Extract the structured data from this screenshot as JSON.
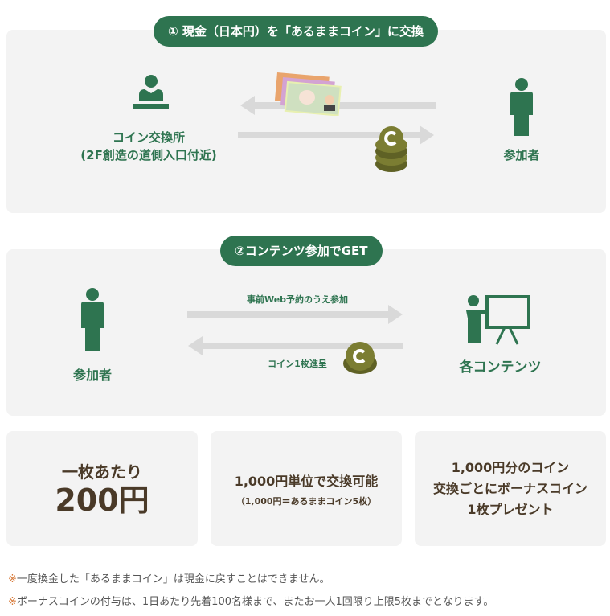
{
  "step1": {
    "title": "① 現金（日本円）を「あるままコイン」に交換",
    "exchange_label": "コイン交換所",
    "exchange_location": "(2F創造の道側入口付近)",
    "participant": "参加者"
  },
  "step2": {
    "title": "②コンテンツ参加でGET",
    "participant": "参加者",
    "reserve_label": "事前Web予約のうえ参加",
    "coin_label": "コイン1枚進呈",
    "contents": "各コンテンツ"
  },
  "info": [
    {
      "line1": "一枚あたり",
      "line2": "200円"
    },
    {
      "line1": "1,000円単位で交換可能",
      "line2": "（1,000円＝あるままコイン5枚）"
    },
    {
      "line1": "1,000円分のコイン",
      "line2": "交換ごとにボーナスコイン",
      "line3": "1枚プレゼント"
    }
  ],
  "notes": [
    {
      "mark": "※",
      "text": "一度換金した「あるままコイン」は現金に戻すことはできません。"
    },
    {
      "mark": "※",
      "text": "ボーナスコインの付与は、1日あたり先着100名様まで、またお一人1回限り上限5枚までとなります。"
    }
  ],
  "colors": {
    "green": "#2e7450",
    "coin": "#7b7d32",
    "text": "#4a3a28"
  }
}
